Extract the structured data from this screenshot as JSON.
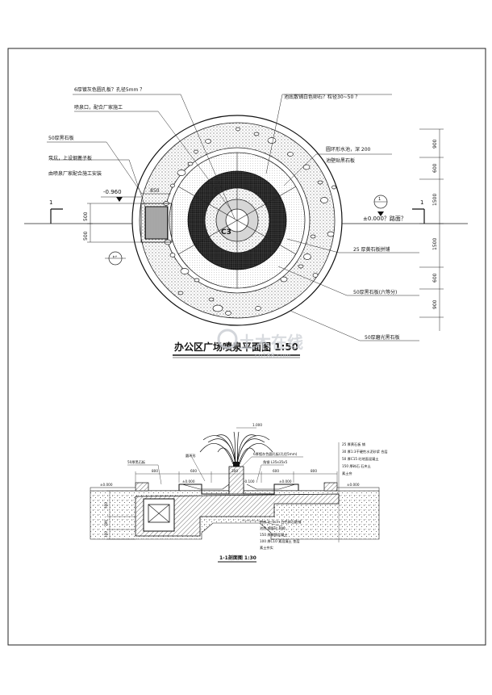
{
  "plan": {
    "title": "办公区广场喷泉平面图 1:50",
    "center_label": "C3",
    "section_marker": "1",
    "labels": {
      "perforated_plate": "6厚镀灰色圆孔板？孔径5mm  ？",
      "nozzle": "喷泉口，配合厂家施工",
      "black_stone_50": "50厚黑石板",
      "pump": "泵坑，上设钢蓖子板",
      "pump2": "由喷泉厂家配合施工安装",
      "pool_bottom": "池底散铺白色卵石？粒径30~50    ？",
      "round_pool": "圆环形水池，深 200",
      "pool_wall": "池壁贴黑石板",
      "yellow_stone": "25 厚黄石板拼铺",
      "black_stone_six": "50厚黑石板(六等分)",
      "polished": "50厚磨光黑石板",
      "level_road": "±0.000？路面？",
      "level_pit": "-0.960",
      "dim_850": "850"
    },
    "dims_right": [
      "900",
      "600",
      "1500",
      "1500",
      "600",
      "900"
    ],
    "dims_left": [
      "500",
      "500"
    ]
  },
  "section": {
    "title": "1-1剖面图 1:30",
    "height_label": "1.000",
    "labels": {
      "perforated": "6厚镀灰色圆孔板(孔径5mm)",
      "angle_steel": "角钢 L35x35x5",
      "black_stone": "50厚黑石板",
      "label_pool": "圆环形",
      "l1": "25 厚黄石板  铺",
      "l2": "30 厚1:3干硬性水泥砂浆 合层",
      "l3": "50 厚C15   砼地面混凝土",
      "l4": "150 厚碎石 石夹土",
      "l5": "素土夯",
      "b1": "池底 4~6cm 白色卵石散铺",
      "b2": "池底  钢筋砼  结构",
      "b3": "150 厚钢筋混凝土",
      "b4": "100 厚C10 素混凝土 垫层",
      "b5": "素土夯实"
    },
    "dims_top": [
      "800",
      "600",
      "300",
      "600",
      "800"
    ],
    "levels": [
      "±0.000",
      "±0.000",
      "-0.100",
      "±0.000",
      "±0.000"
    ],
    "dims_left": [
      "500",
      "300",
      "100"
    ]
  },
  "watermark": {
    "main": "土木在线",
    "sub": "co188.com"
  }
}
